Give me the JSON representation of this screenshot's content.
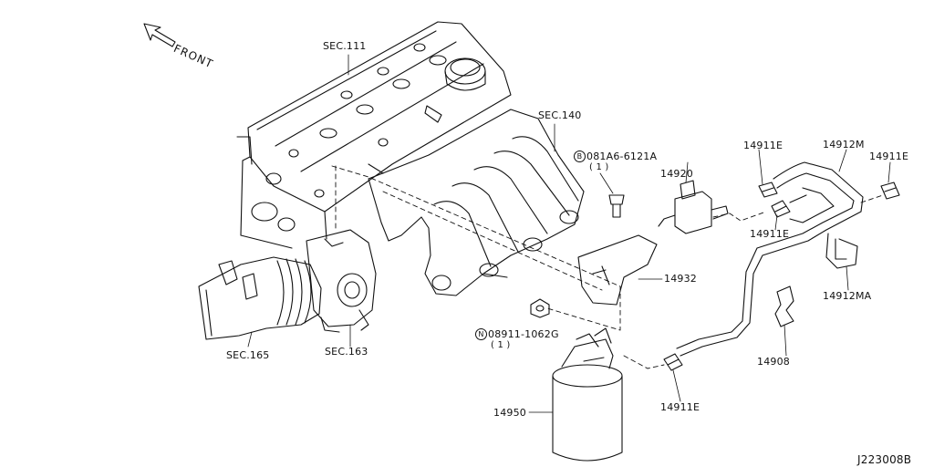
{
  "front_label": "FRONT",
  "labels": {
    "sec111": "SEC.111",
    "sec140": "SEC.140",
    "sec165": "SEC.165",
    "sec163": "SEC.163",
    "bolt_prefix": "B",
    "bolt_part": "081A6-6121A",
    "bolt_qty": "( 1 )",
    "nut_prefix": "N",
    "nut_part": "08911-1062G",
    "nut_qty": "( 1 )",
    "p14920": "14920",
    "p14932": "14932",
    "p14950": "14950",
    "p14911E_a": "14911E",
    "p14911E_b": "14911E",
    "p14911E_c": "14911E",
    "p14911E_d": "14911E",
    "p14912M": "14912M",
    "p14912MA": "14912MA",
    "p14908": "14908",
    "diagram_id": "J223008B"
  }
}
